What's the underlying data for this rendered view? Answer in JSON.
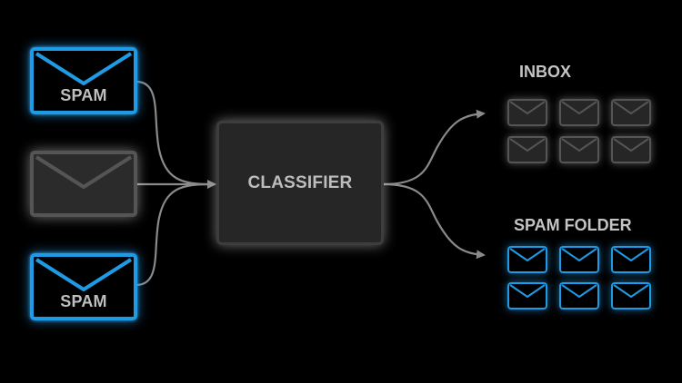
{
  "inputs": [
    {
      "label": "SPAM",
      "kind": "spam"
    },
    {
      "label": "",
      "kind": "ham"
    },
    {
      "label": "SPAM",
      "kind": "spam"
    }
  ],
  "classifier": {
    "label": "CLASSIFIER"
  },
  "outputs": {
    "inbox": {
      "title": "INBOX",
      "count": 6
    },
    "spam_folder": {
      "title": "SPAM FOLDER",
      "count": 6
    }
  },
  "colors": {
    "background": "#000000",
    "spam_accent": "#1f9be6",
    "ham_border": "#555555",
    "connector": "#8a8a8a",
    "text": "#c0c0c0"
  },
  "icons": {
    "email": "envelope-icon"
  }
}
